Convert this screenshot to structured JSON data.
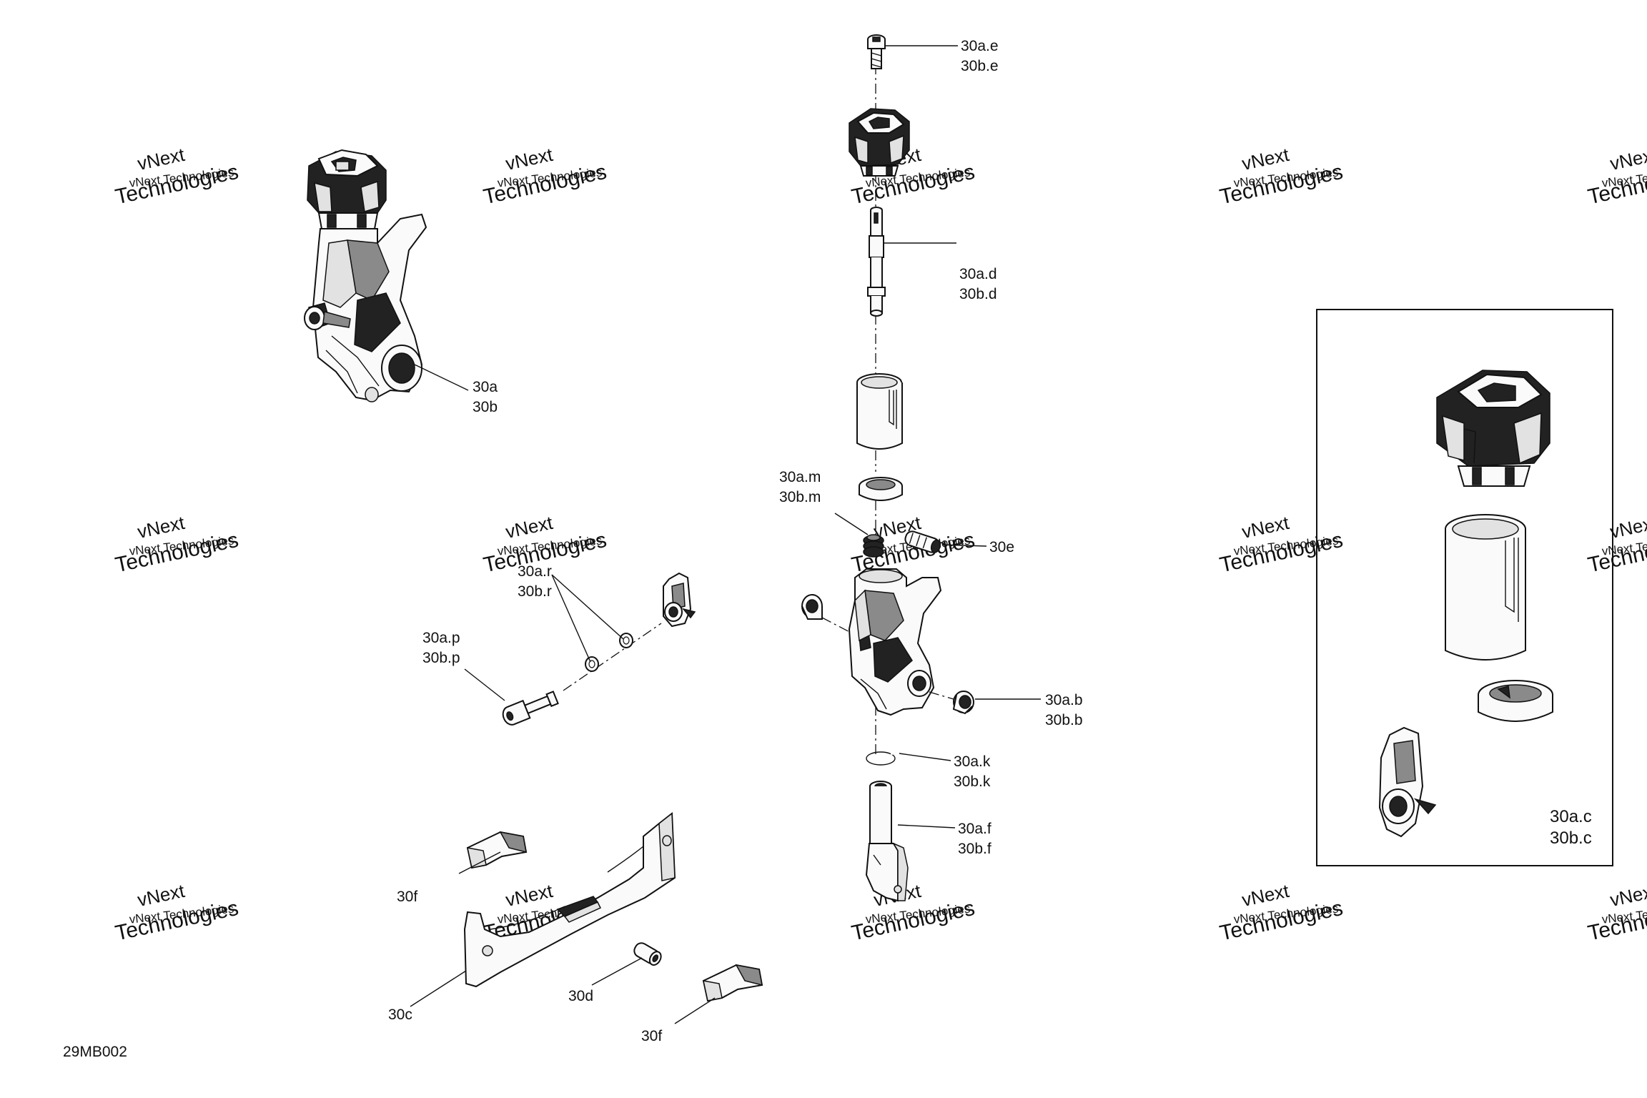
{
  "diagram_id": "29MB002",
  "watermark": {
    "line1": "vNext",
    "line2": "Technologies",
    "line3": "vNext Technologies"
  },
  "callouts": {
    "c30a_e": "30a.e",
    "c30b_e": "30b.e",
    "c30a_d": "30a.d",
    "c30b_d": "30b.d",
    "c30a": "30a",
    "c30b": "30b",
    "c30a_m": "30a.m",
    "c30b_m": "30b.m",
    "c30e": "30e",
    "c30a_r": "30a.r",
    "c30b_r": "30b.r",
    "c30a_p": "30a.p",
    "c30b_p": "30b.p",
    "c30a_b": "30a.b",
    "c30b_b": "30b.b",
    "c30a_k": "30a.k",
    "c30b_k": "30b.k",
    "c30a_f": "30a.f",
    "c30b_f": "30b.f",
    "c30f_left": "30f",
    "c30f_right": "30f",
    "c30c": "30c",
    "c30d": "30d",
    "c30a_c": "30a.c",
    "c30b_c": "30b.c"
  }
}
